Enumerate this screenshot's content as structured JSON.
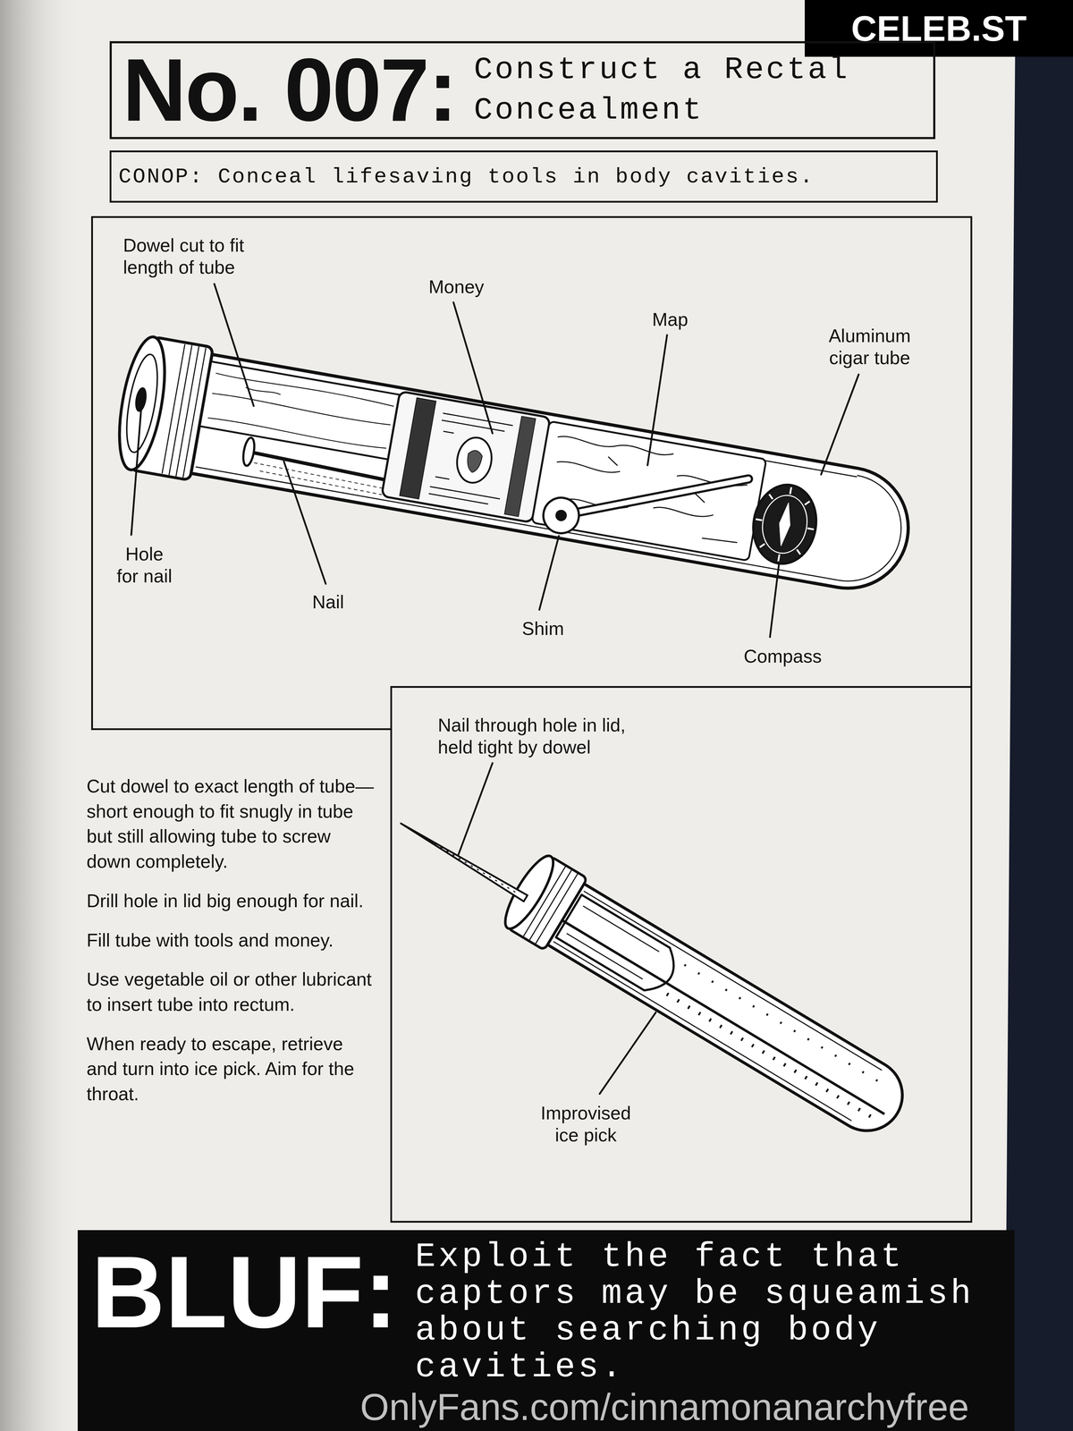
{
  "diagram": {
    "nodes": [
      {
        "text": [
          "CELEB.ST"
        ]
      },
      {
        "text": [
          "No. 007:",
          "Construct a Rectal Concealment"
        ]
      },
      {
        "text": [
          "CONOP: Conceal lifesaving tools in body cavities."
        ]
      },
      {
        "text": [
          "Dowel cut to fit length of tube",
          "Money",
          "Map",
          "Aluminum cigar tube",
          "Hole for nail",
          "Nail",
          "Shim",
          "Compass"
        ]
      },
      {
        "text": [
          "Nail through hole in lid, held tight by dowel",
          "Improvised ice pick"
        ]
      },
      {
        "text": [
          "BLUF:",
          "Exploit the fact that captors may be squeamish about searching body cavities."
        ]
      }
    ],
    "labels": [
      "Cut dowel to exact length of tube—short enough to fit snugly in tube but still allowing tube to screw down completely.",
      "Drill hole in lid big enough for nail.",
      "Fill tube with tools and money.",
      "Use vegetable oil or other lubricant to insert tube into rectum.",
      "When ready to escape, retrieve and turn into ice pick. Aim for the throat.",
      "OnlyFans.com/cinnamonanarchyfree"
    ]
  }
}
